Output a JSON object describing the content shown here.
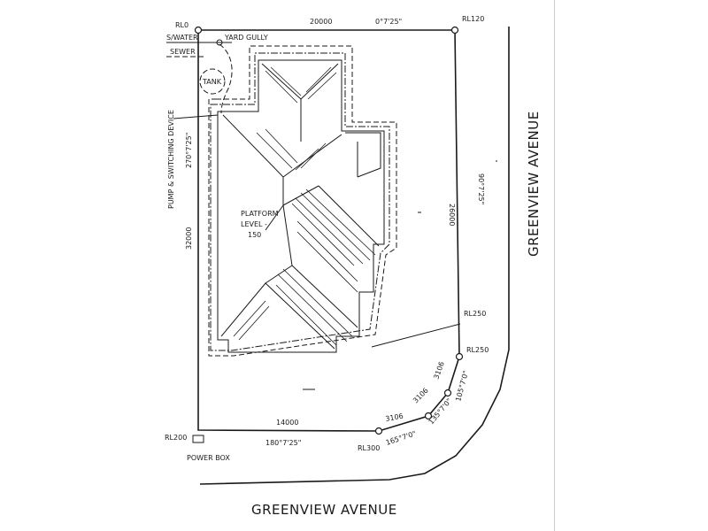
{
  "levels": {
    "rl0": "RL0",
    "rl120": "RL120",
    "rl250a": "RL250",
    "rl250b": "RL250",
    "rl200": "RL200",
    "rl300": "RL300"
  },
  "services": {
    "stormwater": "S/WATER",
    "sewer": "SEWER",
    "yard_gully": "YARD GULLY",
    "tank": "TANK",
    "pump": "PUMP & SWITCHING DEVICE",
    "power_box": "POWER BOX"
  },
  "platform": {
    "line1": "PLATFORM",
    "line2": "LEVEL -",
    "line3": "150"
  },
  "dimensions": {
    "top_length": "20000",
    "top_bearing": "0°7'25\"",
    "left_bearing": "270°7'25\"",
    "left_length": "32000",
    "right_length": "26000",
    "right_bearing": "90°7'25\"",
    "bottom_length": "14000",
    "bottom_bearing": "180°7'25\"",
    "seg1_length": "3106",
    "seg1_bearing": "165°7'0\"",
    "seg2_length": "3106",
    "seg2_bearing": "135°7'0\"",
    "seg3_length": "3106",
    "seg3_bearing": "105°7'0\""
  },
  "streets": {
    "east": "GREENVIEW AVENUE",
    "south": "GREENVIEW AVENUE"
  }
}
